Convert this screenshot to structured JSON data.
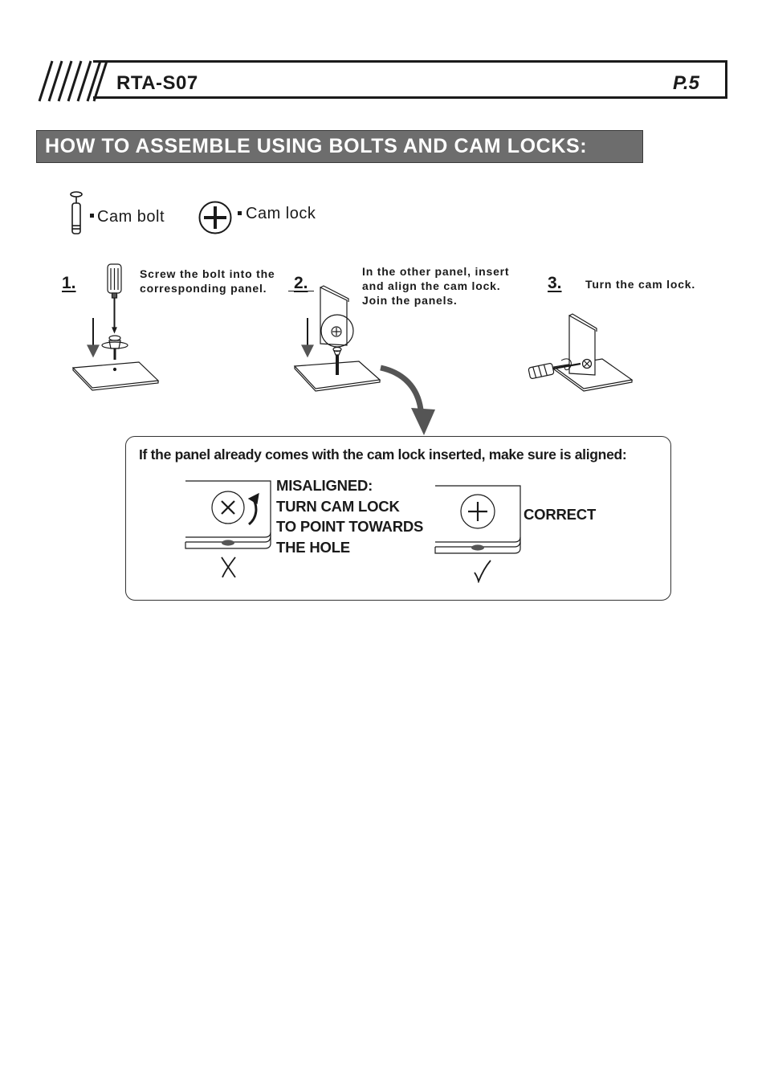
{
  "header": {
    "model": "RTA-S07",
    "page": "P.5"
  },
  "section": {
    "title": "HOW TO ASSEMBLE USING BOLTS AND CAM LOCKS:"
  },
  "legend": {
    "cam_bolt": "Cam bolt",
    "cam_lock": "Cam lock"
  },
  "steps": [
    {
      "number": "1.",
      "lines": [
        "Screw the bolt into the",
        "corresponding panel."
      ]
    },
    {
      "number": "2.",
      "lines": [
        "In the other panel, insert",
        "and align the cam lock.",
        "Join the panels."
      ]
    },
    {
      "number": "3.",
      "lines": [
        "Turn the cam lock."
      ]
    }
  ],
  "alignment": {
    "notice": "If the panel already comes with the cam lock inserted, make sure is aligned:",
    "misaligned_lines": [
      "MISALIGNED:",
      "TURN CAM LOCK",
      "TO POINT TOWARDS",
      "THE HOLE"
    ],
    "correct_label": "CORRECT"
  },
  "icons": [
    "cam-bolt-icon",
    "cam-lock-icon",
    "screwdriver-icon",
    "down-arrow-icon",
    "curved-arrow-icon",
    "rotate-arrow-icon",
    "cross-mark-icon",
    "check-mark-icon"
  ]
}
